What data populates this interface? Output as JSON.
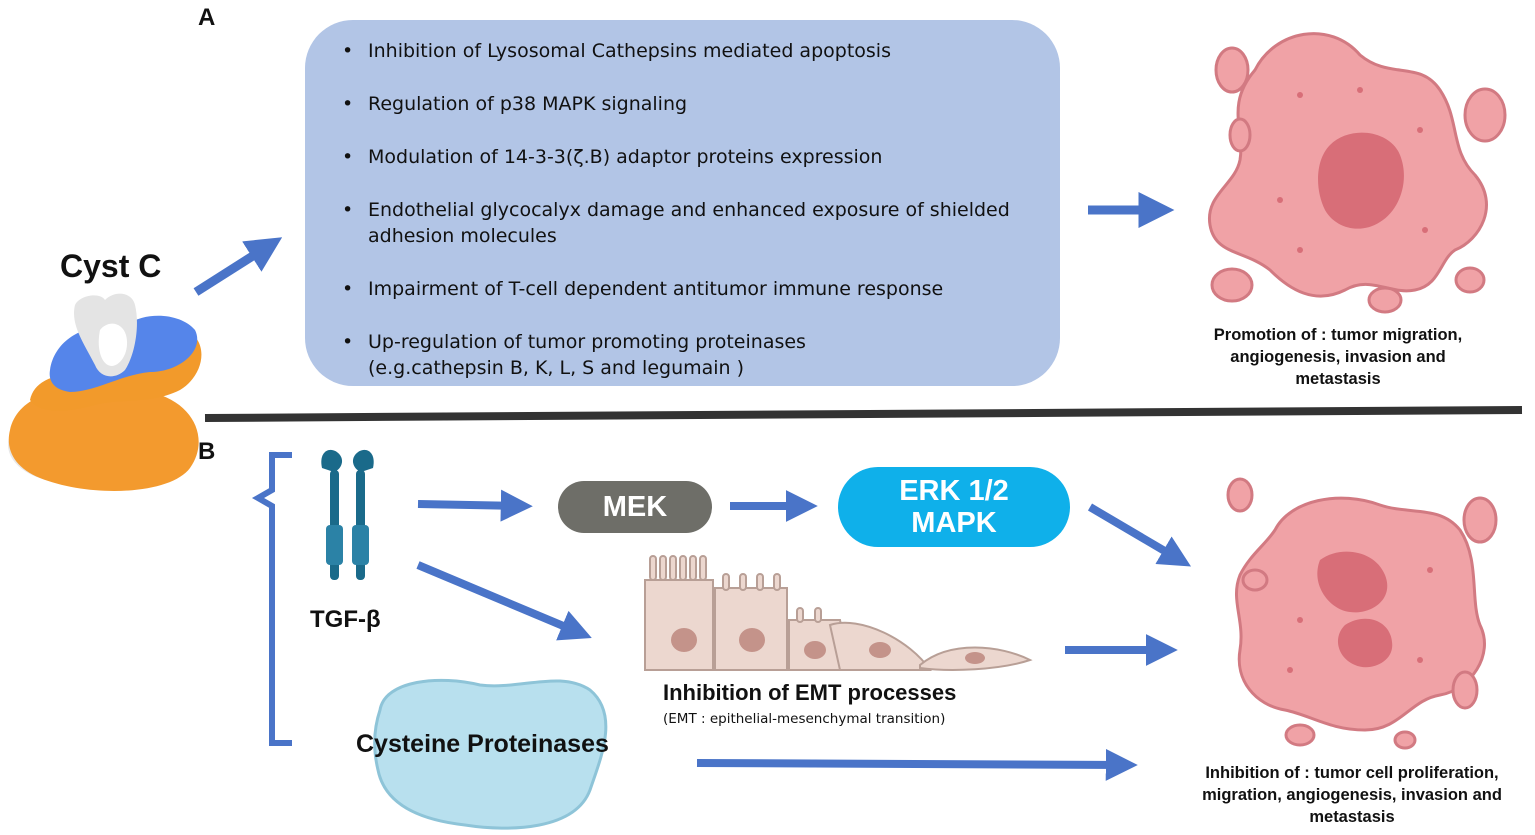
{
  "panel_a": {
    "label": "A",
    "protein_label": "Cyst C",
    "bullets": [
      "Inhibition of Lysosomal Cathepsins mediated apoptosis",
      "Regulation of p38 MAPK signaling",
      "Modulation of 14-3-3(ζ.B) adaptor proteins expression",
      "Endothelial glycocalyx damage and enhanced exposure of shielded",
      "adhesion molecules",
      "Impairment of T-cell dependent antitumor immune response",
      "Up-regulation of tumor promoting proteinases",
      "(e.g.cathepsin B, K, L, S and legumain )"
    ],
    "outcome_lines": [
      "Promotion of : tumor migration,",
      "angiogenesis, invasion and",
      "metastasis"
    ]
  },
  "panel_b": {
    "label": "B",
    "receptor_label": "TGF-β",
    "mek_label": "MEK",
    "erk_line1": "ERK 1/2",
    "erk_line2": "MAPK",
    "emt_title": "Inhibition of EMT processes",
    "emt_subtitle": "(EMT : epithelial-mesenchymal transition)",
    "proteinases_label": "Cysteine Proteinases",
    "outcome_lines": [
      "Inhibition of : tumor cell proliferation,",
      "migration, angiogenesis, invasion and",
      "metastasis"
    ]
  },
  "colors": {
    "arrow": "#4a74c8",
    "bullet_box": "#b2c5e6",
    "mek": "#6e6e68",
    "erk": "#0fb0ea",
    "tumor": "#f0a2a6",
    "tumor_core": "#d86e78",
    "divider": "#333333",
    "receptor": "#1a6a8a",
    "emt_cells": "#ecd7cf",
    "proteinase_blob": "#b8e0ee"
  }
}
